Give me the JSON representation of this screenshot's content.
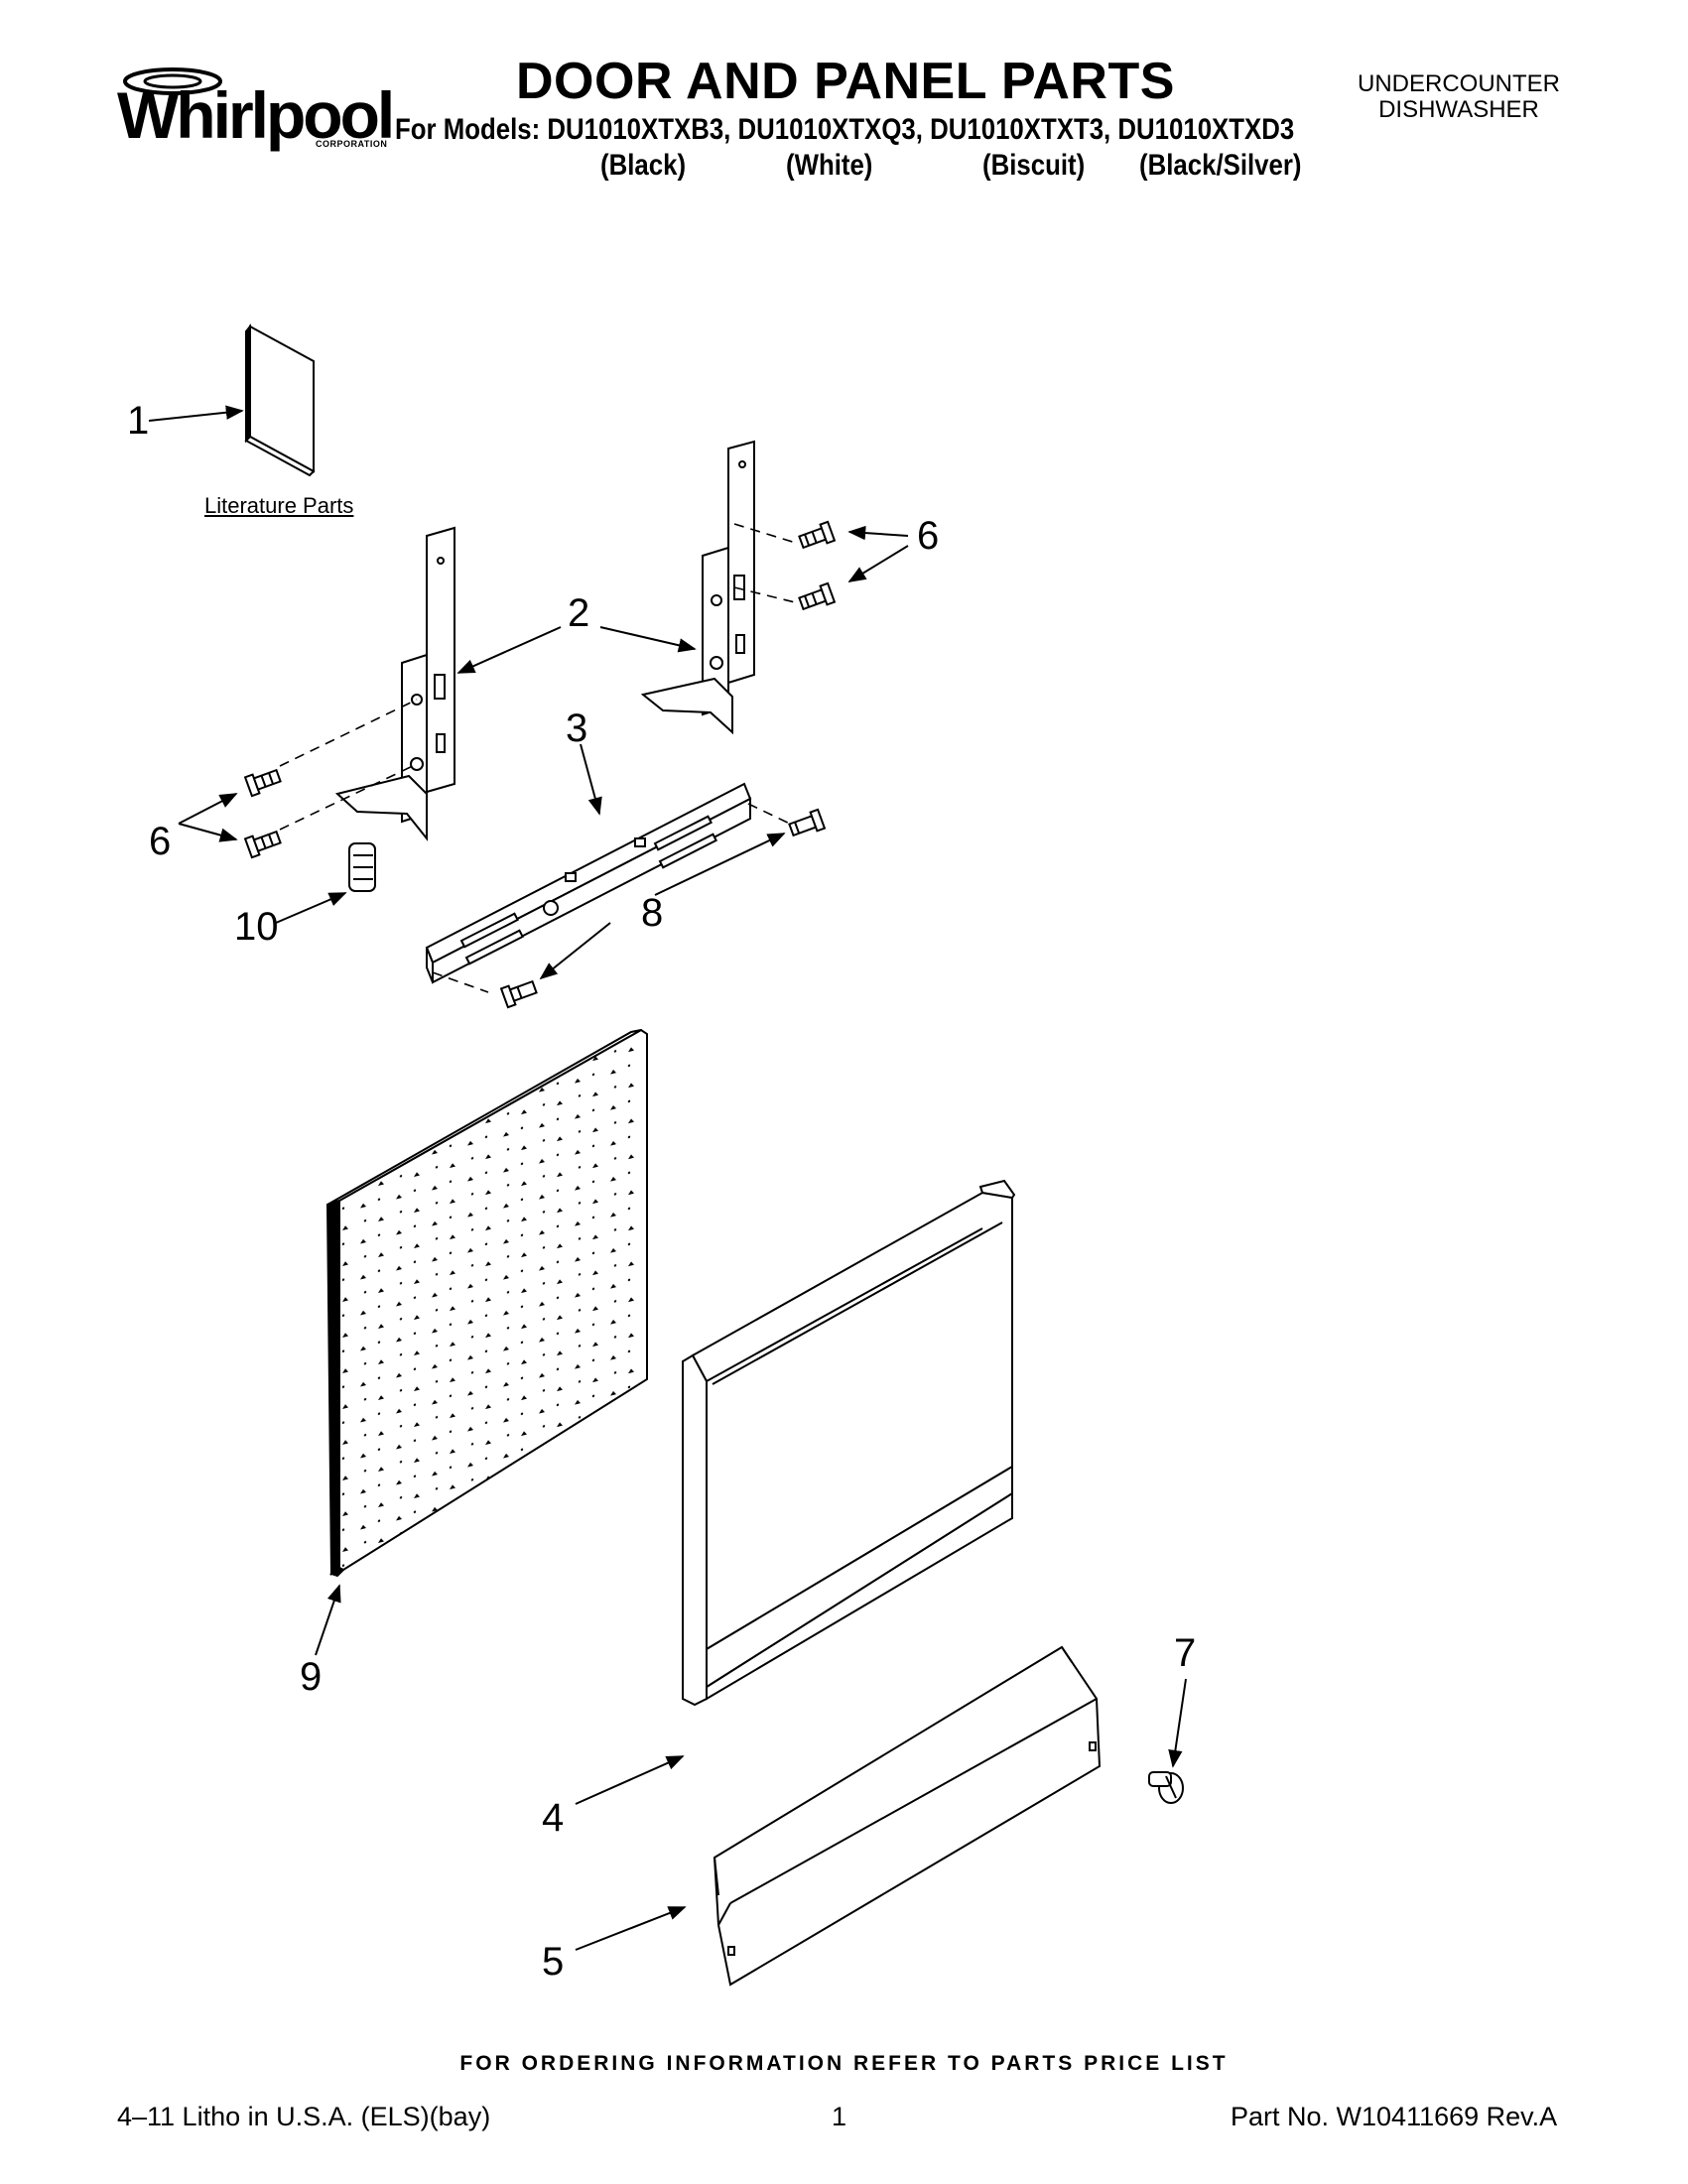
{
  "header": {
    "brand": "Whirlpool",
    "brand_sub": "CORPORATION",
    "title": "DOOR AND PANEL PARTS",
    "models_line": "For Models: DU1010XTXB3, DU1010XTXQ3, DU1010XTXT3, DU1010XTXD3",
    "model_colors": [
      "(Black)",
      "(White)",
      "(Biscuit)",
      "(Black/Silver)"
    ],
    "category_line1": "UNDERCOUNTER",
    "category_line2": "DISHWASHER"
  },
  "diagram": {
    "literature_label": "Literature Parts",
    "callouts": [
      "1",
      "2",
      "3",
      "4",
      "5",
      "6",
      "6",
      "7",
      "8",
      "9",
      "10"
    ]
  },
  "footer": {
    "ordering_note": "FOR ORDERING INFORMATION REFER TO PARTS PRICE LIST",
    "litho": "4–11 Litho in U.S.A. (ELS)(bay)",
    "page_number": "1",
    "part_number": "Part No. W10411669 Rev.A"
  }
}
